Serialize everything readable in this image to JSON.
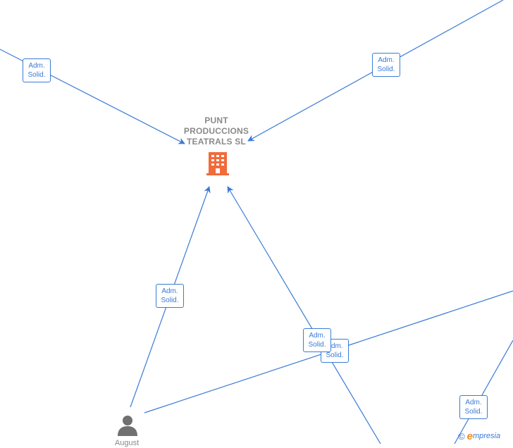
{
  "company": {
    "name_lines": [
      "PUNT",
      "PRODUCCIONS",
      "TEATRALS  SL"
    ],
    "icon": "building-icon",
    "icon_color": "#f26b3a"
  },
  "person": {
    "name": "August",
    "icon": "person-icon",
    "icon_color": "#707070"
  },
  "relations": [
    {
      "line1": "Adm.",
      "line2": "Solid."
    },
    {
      "line1": "Adm.",
      "line2": "Solid."
    },
    {
      "line1": "Adm.",
      "line2": "Solid."
    },
    {
      "line1": "Adm.",
      "line2": "Solid."
    },
    {
      "line1": "Adm.",
      "line2": "Solid."
    },
    {
      "line1": "Adm.",
      "line2": "Solid."
    }
  ],
  "brand": {
    "copyright": "©",
    "initial": "e",
    "rest": "mpresia"
  },
  "colors": {
    "edge": "#3a7bd5",
    "company_text": "#8a8a8a",
    "brand_accent": "#f08a24"
  }
}
